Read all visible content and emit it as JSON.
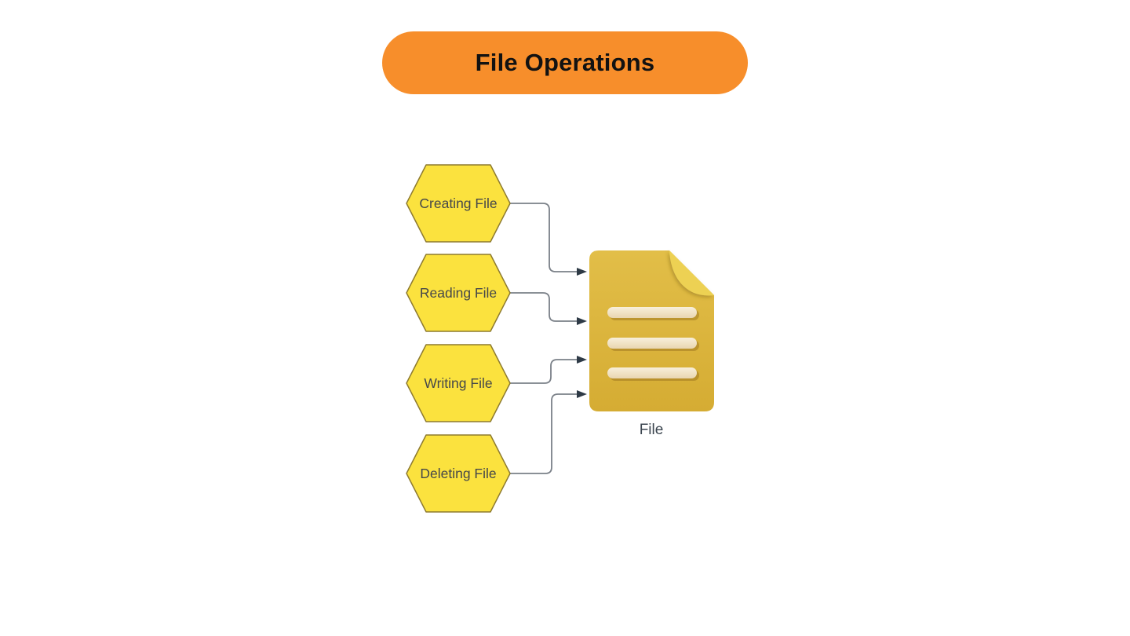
{
  "title": {
    "label": "File Operations"
  },
  "colors": {
    "background": "#FFFFFF",
    "banner_bg": "#F78E2B",
    "banner_text": "#121212",
    "hexagon_fill": "#FBE23E",
    "hexagon_border": "#8D7A2F",
    "hexagon_text": "#45474A",
    "connector_line": "#7A8088",
    "arrowhead": "#2E3A46",
    "file_body": "#DCB83E",
    "file_fold": "#EDD152",
    "file_text_bars": "#F1E5C9",
    "file_label_text": "#3C4650"
  },
  "diagram": {
    "nodes": [
      {
        "label": "Creating File",
        "shape": "hexagon"
      },
      {
        "label": "Reading File",
        "shape": "hexagon"
      },
      {
        "label": "Writing File",
        "shape": "hexagon"
      },
      {
        "label": "Deleting File",
        "shape": "hexagon"
      }
    ],
    "target": {
      "label": "File",
      "icon": "document-icon"
    },
    "edges": [
      {
        "from": "Creating File",
        "to": "File"
      },
      {
        "from": "Reading File",
        "to": "File"
      },
      {
        "from": "Writing File",
        "to": "File"
      },
      {
        "from": "Deleting File",
        "to": "File"
      }
    ]
  }
}
